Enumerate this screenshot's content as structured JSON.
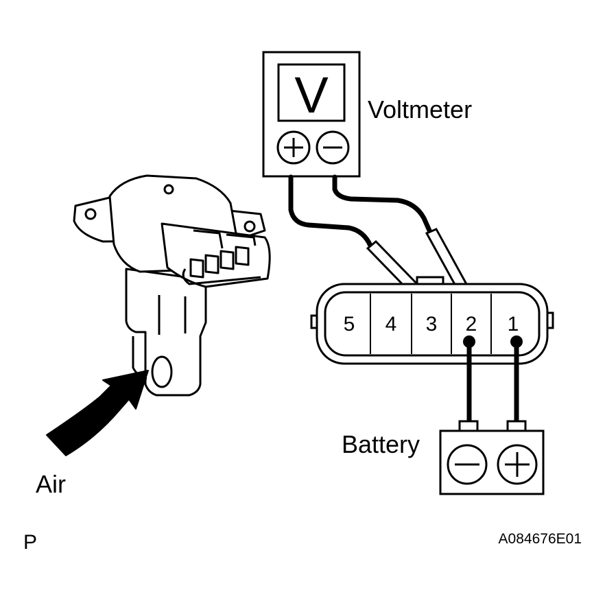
{
  "labels": {
    "voltmeter": "Voltmeter",
    "meter_symbol": "V",
    "battery": "Battery",
    "air": "Air",
    "corner_letter": "P",
    "figure_code": "A084676E01"
  },
  "connector": {
    "terminals": [
      "5",
      "4",
      "3",
      "2",
      "1"
    ]
  },
  "icons": {
    "plus": "plus-in-circle",
    "minus": "minus-in-circle",
    "arrow": "curved-arrow"
  },
  "colors": {
    "ink": "#000000",
    "paper": "#ffffff"
  }
}
